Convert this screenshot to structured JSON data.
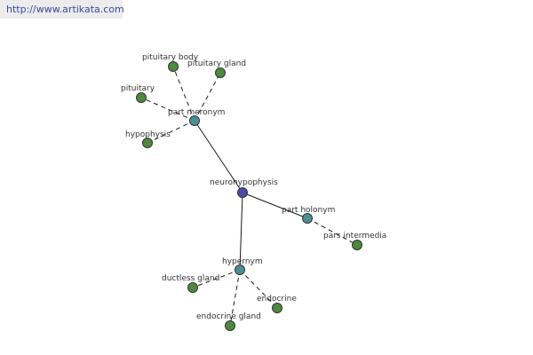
{
  "watermark": {
    "text": "http://www.artikata.com"
  },
  "colors": {
    "background": "#ffffff",
    "watermark_bg": "#ececec",
    "watermark_text": "#3a4a9a",
    "center_node": "#4a4aa8",
    "relation_node": "#4a8f95",
    "term_node": "#4d8a3c",
    "edge": "#1a1a1a",
    "label": "#333333"
  },
  "graph": {
    "nodes": [
      {
        "id": "neurohypophysis",
        "label": "neurohypophysis",
        "kind": "center"
      },
      {
        "id": "part-meronym",
        "label": "part meronym",
        "kind": "relation"
      },
      {
        "id": "part-holonym",
        "label": "part holonym",
        "kind": "relation"
      },
      {
        "id": "hypernym",
        "label": "hypernym",
        "kind": "relation"
      },
      {
        "id": "pituitary-body",
        "label": "pituitary body",
        "kind": "term"
      },
      {
        "id": "pituitary-gland",
        "label": "pituitary gland",
        "kind": "term"
      },
      {
        "id": "pituitary",
        "label": "pituitary",
        "kind": "term"
      },
      {
        "id": "hypophysis",
        "label": "hypophysis",
        "kind": "term"
      },
      {
        "id": "pars-intermedia",
        "label": "pars intermedia",
        "kind": "term"
      },
      {
        "id": "ductless-gland",
        "label": "ductless gland",
        "kind": "term"
      },
      {
        "id": "endocrine",
        "label": "endocrine",
        "kind": "term"
      },
      {
        "id": "endocrine-gland",
        "label": "endocrine gland",
        "kind": "term"
      }
    ],
    "edges": [
      {
        "from": "neurohypophysis",
        "to": "part-meronym",
        "style": "solid"
      },
      {
        "from": "neurohypophysis",
        "to": "part-holonym",
        "style": "solid"
      },
      {
        "from": "neurohypophysis",
        "to": "hypernym",
        "style": "solid"
      },
      {
        "from": "part-meronym",
        "to": "pituitary-body",
        "style": "dashed"
      },
      {
        "from": "part-meronym",
        "to": "pituitary-gland",
        "style": "dashed"
      },
      {
        "from": "part-meronym",
        "to": "pituitary",
        "style": "dashed"
      },
      {
        "from": "part-meronym",
        "to": "hypophysis",
        "style": "dashed"
      },
      {
        "from": "part-holonym",
        "to": "pars-intermedia",
        "style": "dashed"
      },
      {
        "from": "hypernym",
        "to": "ductless-gland",
        "style": "dashed"
      },
      {
        "from": "hypernym",
        "to": "endocrine",
        "style": "dashed"
      },
      {
        "from": "hypernym",
        "to": "endocrine-gland",
        "style": "dashed"
      }
    ]
  }
}
